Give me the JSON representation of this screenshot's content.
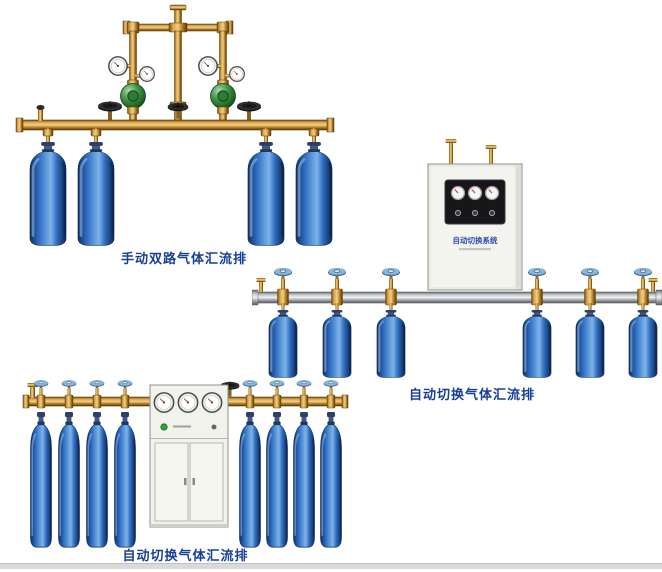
{
  "page": {
    "background": "#ffffff",
    "divider_color": "#dadada"
  },
  "products": [
    {
      "id": "manual-dual-manifold",
      "caption": "手动双路气体汇流排",
      "cylinder_count": 4
    },
    {
      "id": "auto-switch-manifold",
      "caption": "自动切换气体汇流排",
      "cabinet_label": "自动切换系统",
      "cylinder_count": 6
    },
    {
      "id": "auto-switch-manifold-2",
      "caption": "自动切换气体汇流排",
      "cylinder_count": 8
    }
  ],
  "colors": {
    "caption_text": "#173f96",
    "brass": "#c8862a",
    "cylinder_blue": "#2e6fc6",
    "regulator_green": "#2e7d32",
    "manifold_silver": "#c7ccd1",
    "cabinet_white": "#f4f4ef"
  }
}
